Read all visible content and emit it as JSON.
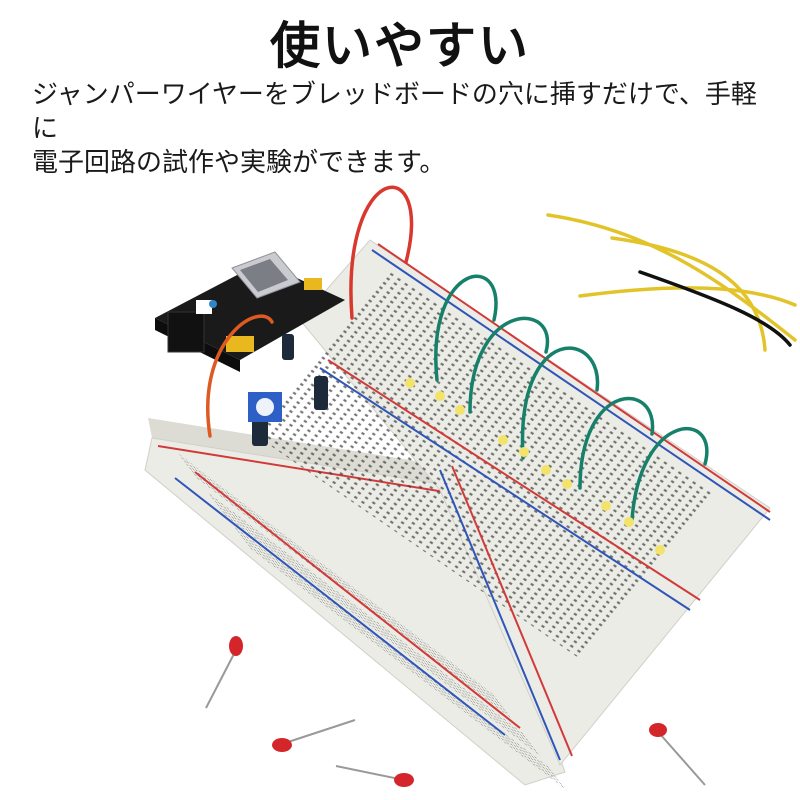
{
  "header": {
    "title": "使いやすい",
    "description_line1": "ジャンパーワイヤーをブレッドボードの穴に挿すだけで、手軽に",
    "description_line2": "電子回路の試作や実験ができます。"
  },
  "scene": {
    "icons": {
      "breadboard": "breadboard-icon",
      "power_module": "power-module-icon",
      "usb_port": "usb-port-icon",
      "jumper_wire": "jumper-wire-icon",
      "led": "led-icon",
      "capacitor": "capacitor-icon",
      "potentiometer": "potentiometer-icon"
    },
    "colors": {
      "board": "#ecece6",
      "rail_red": "#d23a3a",
      "rail_blue": "#2f55b8",
      "wire_green": "#17806a",
      "wire_red": "#d8382d",
      "wire_orange": "#dd5a22",
      "wire_yellow": "#e2c42a",
      "led_yellow": "#f3e36a",
      "led_red": "#d4262a",
      "module_pcb": "#1a1a1a"
    }
  }
}
